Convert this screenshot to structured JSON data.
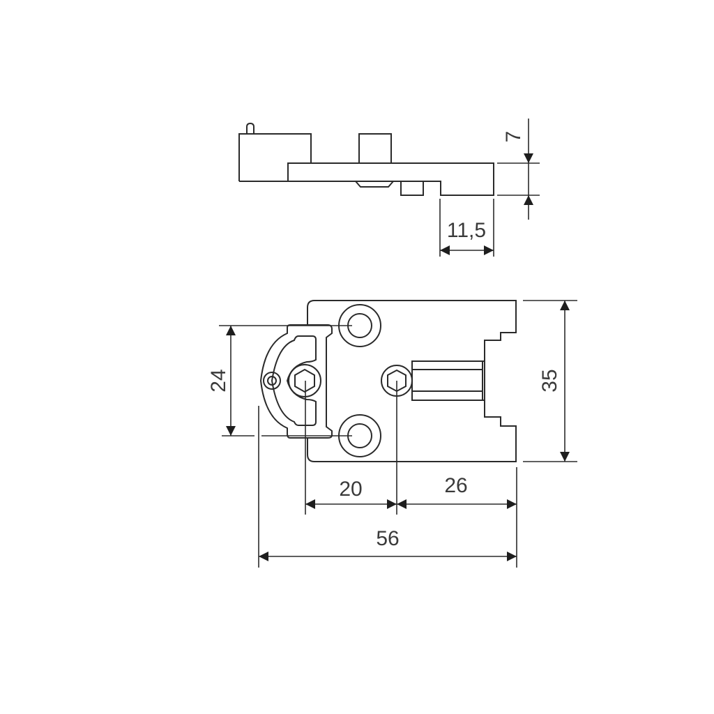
{
  "drawing": {
    "type": "technical-drawing",
    "views": [
      "side-view",
      "top-view"
    ],
    "line_color": "#2a2a2a",
    "background": "#ffffff"
  },
  "side_view": {
    "dimensions": {
      "height": "7",
      "offset": "11,5"
    }
  },
  "top_view": {
    "dimensions": {
      "hole_spacing": "24",
      "width": "35",
      "left_to_center": "20",
      "center_to_right": "26",
      "overall_length": "56"
    }
  }
}
